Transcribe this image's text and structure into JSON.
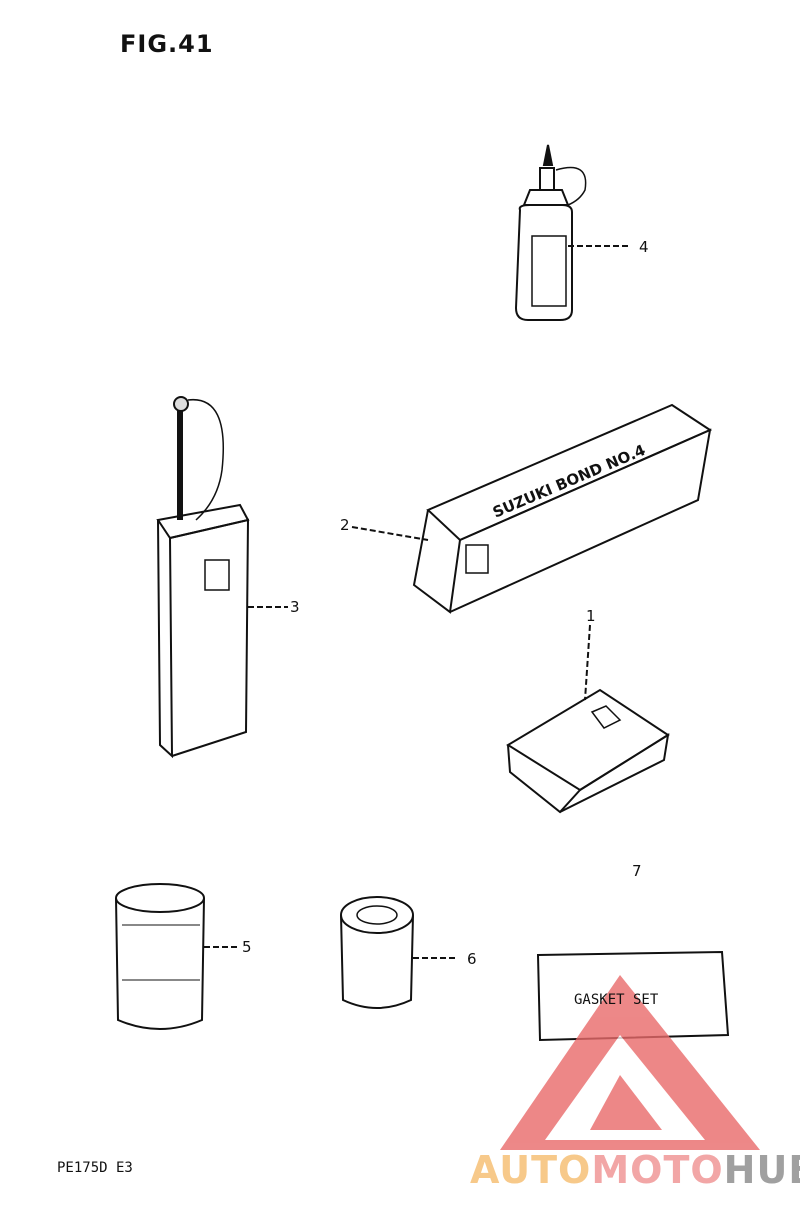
{
  "figure": {
    "title": "FIG.41",
    "code": "PE175D E3"
  },
  "callouts": [
    {
      "id": "p1",
      "label": "1"
    },
    {
      "id": "p2",
      "label": "2"
    },
    {
      "id": "p3",
      "label": "3"
    },
    {
      "id": "p4",
      "label": "4"
    },
    {
      "id": "p5",
      "label": "5"
    },
    {
      "id": "p6",
      "label": "6"
    },
    {
      "id": "p7",
      "label": "7"
    }
  ],
  "parts_text": {
    "bond_box": "SUZUKI BOND NO.4",
    "gasket_set": "GASKET SET"
  },
  "watermark": {
    "part1": "AUTO",
    "part2": "MOTO",
    "part3": "HUB"
  },
  "colors": {
    "ink": "#111111",
    "watermark_red": "#e87474",
    "watermark_orange": "#f5b25a",
    "watermark_gray": "#9a9a9a"
  }
}
